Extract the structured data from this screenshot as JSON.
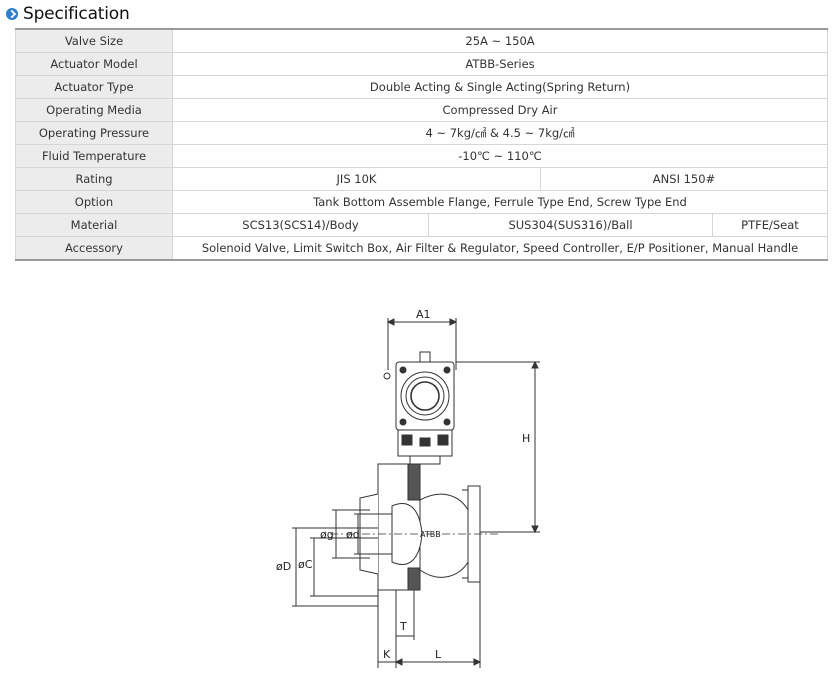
{
  "heading": {
    "title": "Specification",
    "icon": "chevron-right-circle-icon"
  },
  "specs": {
    "valve_size": {
      "label": "Valve Size",
      "value": "25A ~ 150A"
    },
    "actuator_model": {
      "label": "Actuator Model",
      "value": "ATBB-Series"
    },
    "actuator_type": {
      "label": "Actuator Type",
      "value": "Double Acting & Single Acting(Spring Return)"
    },
    "operating_media": {
      "label": "Operating Media",
      "value": "Compressed Dry Air"
    },
    "operating_pressure": {
      "label": "Operating Pressure",
      "value": "4 ~ 7kg/㎠ & 4.5 ~ 7kg/㎠"
    },
    "fluid_temperature": {
      "label": "Fluid Temperature",
      "value": "-10℃ ~ 110℃"
    },
    "rating": {
      "label": "Rating",
      "values": [
        "JIS 10K",
        "ANSI 150#"
      ]
    },
    "option": {
      "label": "Option",
      "value": "Tank Bottom Assemble Flange, Ferrule Type End, Screw Type End"
    },
    "material": {
      "label": "Material",
      "values": [
        "SCS13(SCS14)/Body",
        "SUS304(SUS316)/Ball",
        "PTFE/Seat"
      ]
    },
    "accessory": {
      "label": "Accessory",
      "value": "Solenoid Valve, Limit Switch Box, Air Filter & Regulator, Speed Controller, E/P Positioner, Manual Handle"
    }
  },
  "drawing": {
    "labels": {
      "a1": "A1",
      "h": "H",
      "od": "øD",
      "oc": "øC",
      "og": "øg",
      "odd": "ød",
      "t": "T",
      "k": "K",
      "l": "L",
      "body_mark": "ATBB"
    }
  }
}
